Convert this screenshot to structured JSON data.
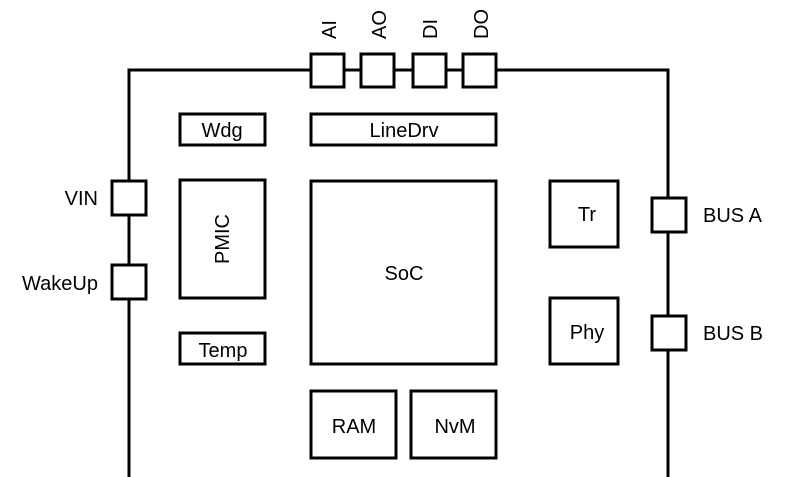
{
  "blocks": {
    "wdg": "Wdg",
    "linedrv": "LineDrv",
    "pmic": "PMIC",
    "soc": "SoC",
    "tr": "Tr",
    "temp": "Temp",
    "phy": "Phy",
    "ram": "RAM",
    "nvm": "NvM"
  },
  "pins": {
    "ai": "AI",
    "ao": "AO",
    "di": "DI",
    "do": "DO",
    "vin": "VIN",
    "wakeup": "WakeUp",
    "bus_a": "BUS A",
    "bus_b": "BUS B"
  }
}
